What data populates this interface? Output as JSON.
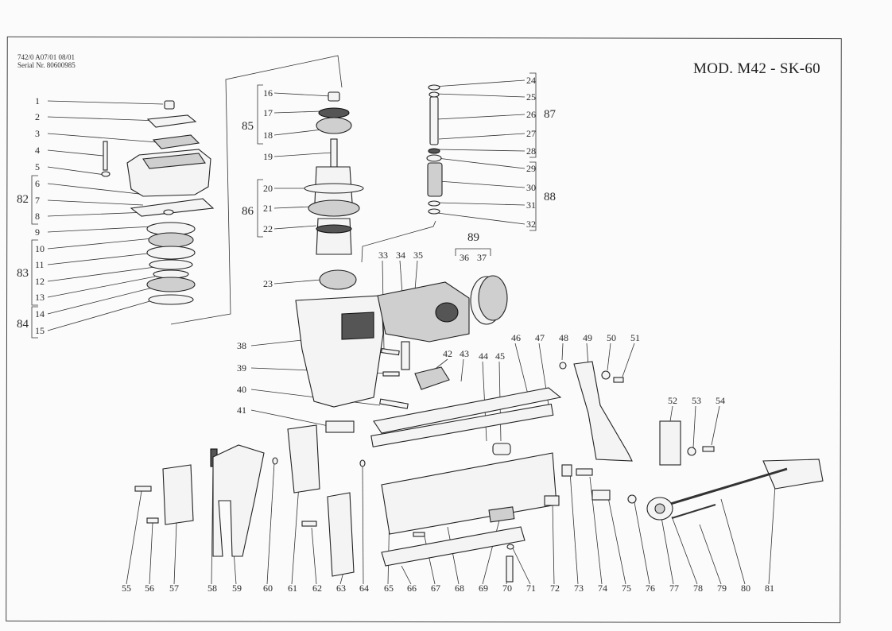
{
  "header": {
    "doc_code": "742/0 A07/01 08/01",
    "serial": "Serial Nr. 80600985",
    "model": "MOD. M42 - SK-60"
  },
  "parts": [
    "1",
    "2",
    "3",
    "4",
    "5",
    "6",
    "7",
    "8",
    "9",
    "10",
    "11",
    "12",
    "13",
    "14",
    "15",
    "16",
    "17",
    "18",
    "19",
    "20",
    "21",
    "22",
    "23",
    "24",
    "25",
    "26",
    "27",
    "28",
    "29",
    "30",
    "31",
    "32",
    "33",
    "34",
    "35",
    "36",
    "37",
    "38",
    "39",
    "40",
    "41",
    "42",
    "43",
    "44",
    "45",
    "46",
    "47",
    "48",
    "49",
    "50",
    "51",
    "52",
    "53",
    "54",
    "55",
    "56",
    "57",
    "58",
    "59",
    "60",
    "61",
    "62",
    "63",
    "64",
    "65",
    "66",
    "67",
    "68",
    "69",
    "70",
    "71",
    "72",
    "73",
    "74",
    "75",
    "76",
    "77",
    "78",
    "79",
    "80",
    "81"
  ],
  "groups": [
    "82",
    "83",
    "84",
    "85",
    "86",
    "87",
    "88",
    "89"
  ]
}
